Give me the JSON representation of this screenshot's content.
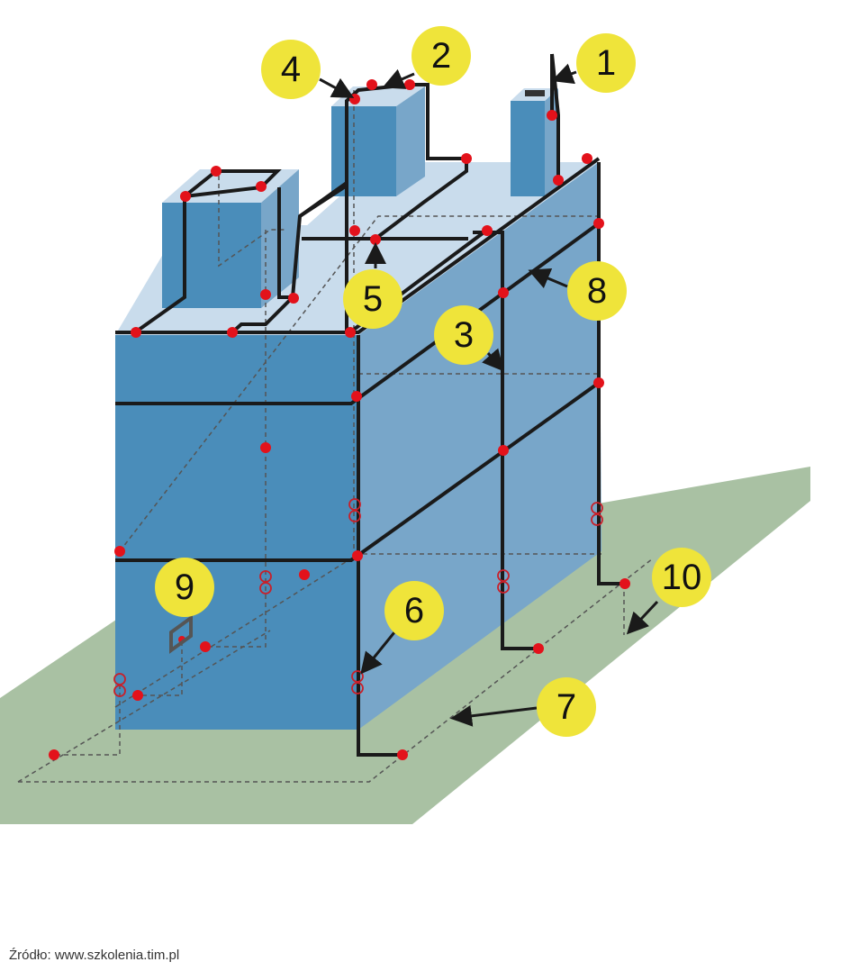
{
  "diagram": {
    "labels": [
      "1",
      "2",
      "3",
      "4",
      "5",
      "6",
      "7",
      "8",
      "9",
      "10"
    ],
    "colors": {
      "front": "#4a8dba",
      "side": "#78a6c9",
      "top": "#c9dcec",
      "ground": "#a9c1a3",
      "badge": "#efe43a",
      "conductor": "#1a1a1a",
      "junction": "#e3121b"
    }
  },
  "source": "Źródło: www.szkolenia.tim.pl"
}
